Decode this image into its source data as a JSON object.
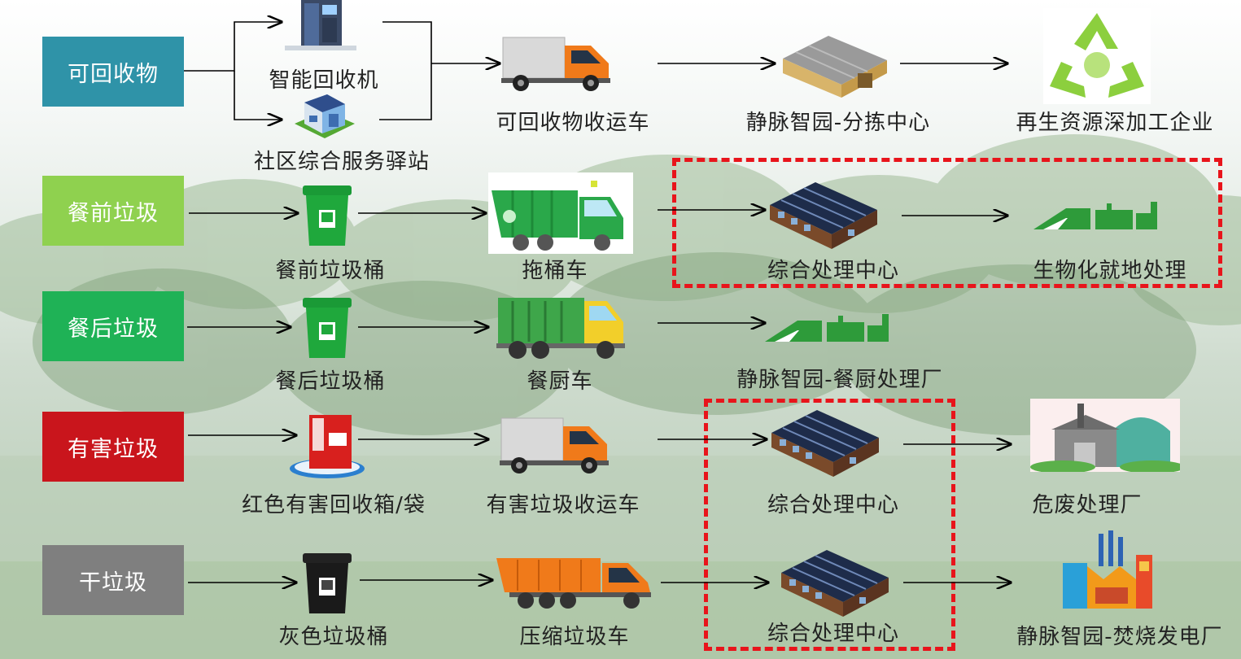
{
  "rows": [
    {
      "category": "可回收物",
      "color": "#2f93a8",
      "sources": [
        "智能回收机",
        "社区综合服务驿站"
      ],
      "vehicle": "可回收物收运车",
      "facility": "静脉智园-分拣中心",
      "destination": "再生资源深加工企业"
    },
    {
      "category": "餐前垃圾",
      "color": "#8fd14f",
      "source": "餐前垃圾桶",
      "vehicle": "拖桶车",
      "facility": "综合处理中心",
      "destination": "生物化就地处理"
    },
    {
      "category": "餐后垃圾",
      "color": "#1fb256",
      "source": "餐后垃圾桶",
      "vehicle": "餐厨车",
      "facility": "静脉智园-餐厨处理厂"
    },
    {
      "category": "有害垃圾",
      "color": "#c9151c",
      "source": "红色有害回收箱/袋",
      "vehicle": "有害垃圾收运车",
      "facility": "综合处理中心",
      "destination": "危废处理厂"
    },
    {
      "category": "干垃圾",
      "color": "#7f7f7f",
      "source": "灰色垃圾桶",
      "vehicle": "压缩垃圾车",
      "facility": "综合处理中心",
      "destination": "静脉智园-焚烧发电厂"
    }
  ],
  "icons": {
    "recycle_machine": "recycle-machine-icon",
    "station": "service-station-icon",
    "bin": "trash-bin-icon",
    "hazard_box": "hazard-box-icon",
    "box_truck": "box-truck-icon",
    "garbage_truck": "garbage-truck-icon",
    "kitchen_truck": "kitchen-truck-icon",
    "compactor": "compactor-truck-icon",
    "warehouse": "warehouse-icon",
    "factory": "factory-icon",
    "bio_plant": "bio-plant-icon",
    "recycle_symbol": "recycle-symbol-icon",
    "hazard_plant": "hazard-plant-icon",
    "power_plant": "power-plant-icon"
  },
  "colors": {
    "highlight_border": "#e8141b",
    "bin_green": "#1fa83c",
    "bin_black": "#1a1a1a"
  }
}
